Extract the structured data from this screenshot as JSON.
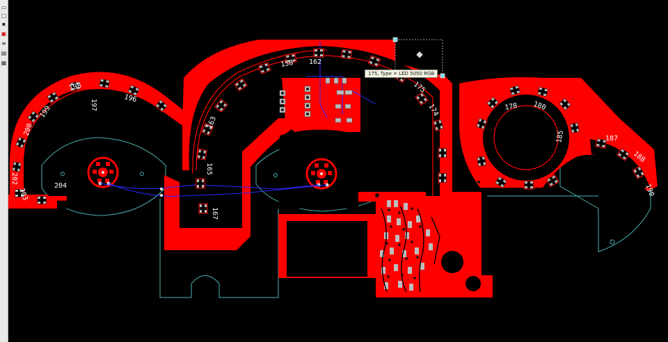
{
  "app": {
    "toolbar": {
      "tools": [
        {
          "name": "select-tool-icon",
          "glyph": "▭"
        },
        {
          "name": "route-tool-icon",
          "glyph": "▢"
        },
        {
          "name": "component-tool-icon",
          "glyph": "▪"
        },
        {
          "name": "drc-tool-icon",
          "glyph": "▣"
        },
        {
          "name": "layer-tool-icon",
          "glyph": "≡"
        },
        {
          "name": "measure-tool-icon",
          "glyph": "▤"
        },
        {
          "name": "print-tool-icon",
          "glyph": "▦"
        }
      ]
    }
  },
  "board": {
    "tooltip": "175, Type = LED 5050 RGB",
    "colors": {
      "copper": "#ff0000",
      "outline": "#4db3b3",
      "silk": "#ffffff",
      "pad": "#bdbdbd",
      "via": "#1a1a1a",
      "bottom_trace": "#2a2aff",
      "selection": "#ffffff"
    },
    "labels": {
      "l_198": "198",
      "l_197": "197",
      "l_196": "196",
      "l_199": "199",
      "l_200": "200",
      "l_202": "202",
      "l_203": "203",
      "l_204": "204",
      "l_158": "158",
      "l_163": "163",
      "l_165": "165",
      "l_167": "167",
      "l_162": "162",
      "l_175": "175",
      "l_174": "174",
      "l_178": "178",
      "l_180": "180",
      "l_185": "185",
      "l_187": "187",
      "l_188": "188",
      "l_190": "190"
    }
  }
}
